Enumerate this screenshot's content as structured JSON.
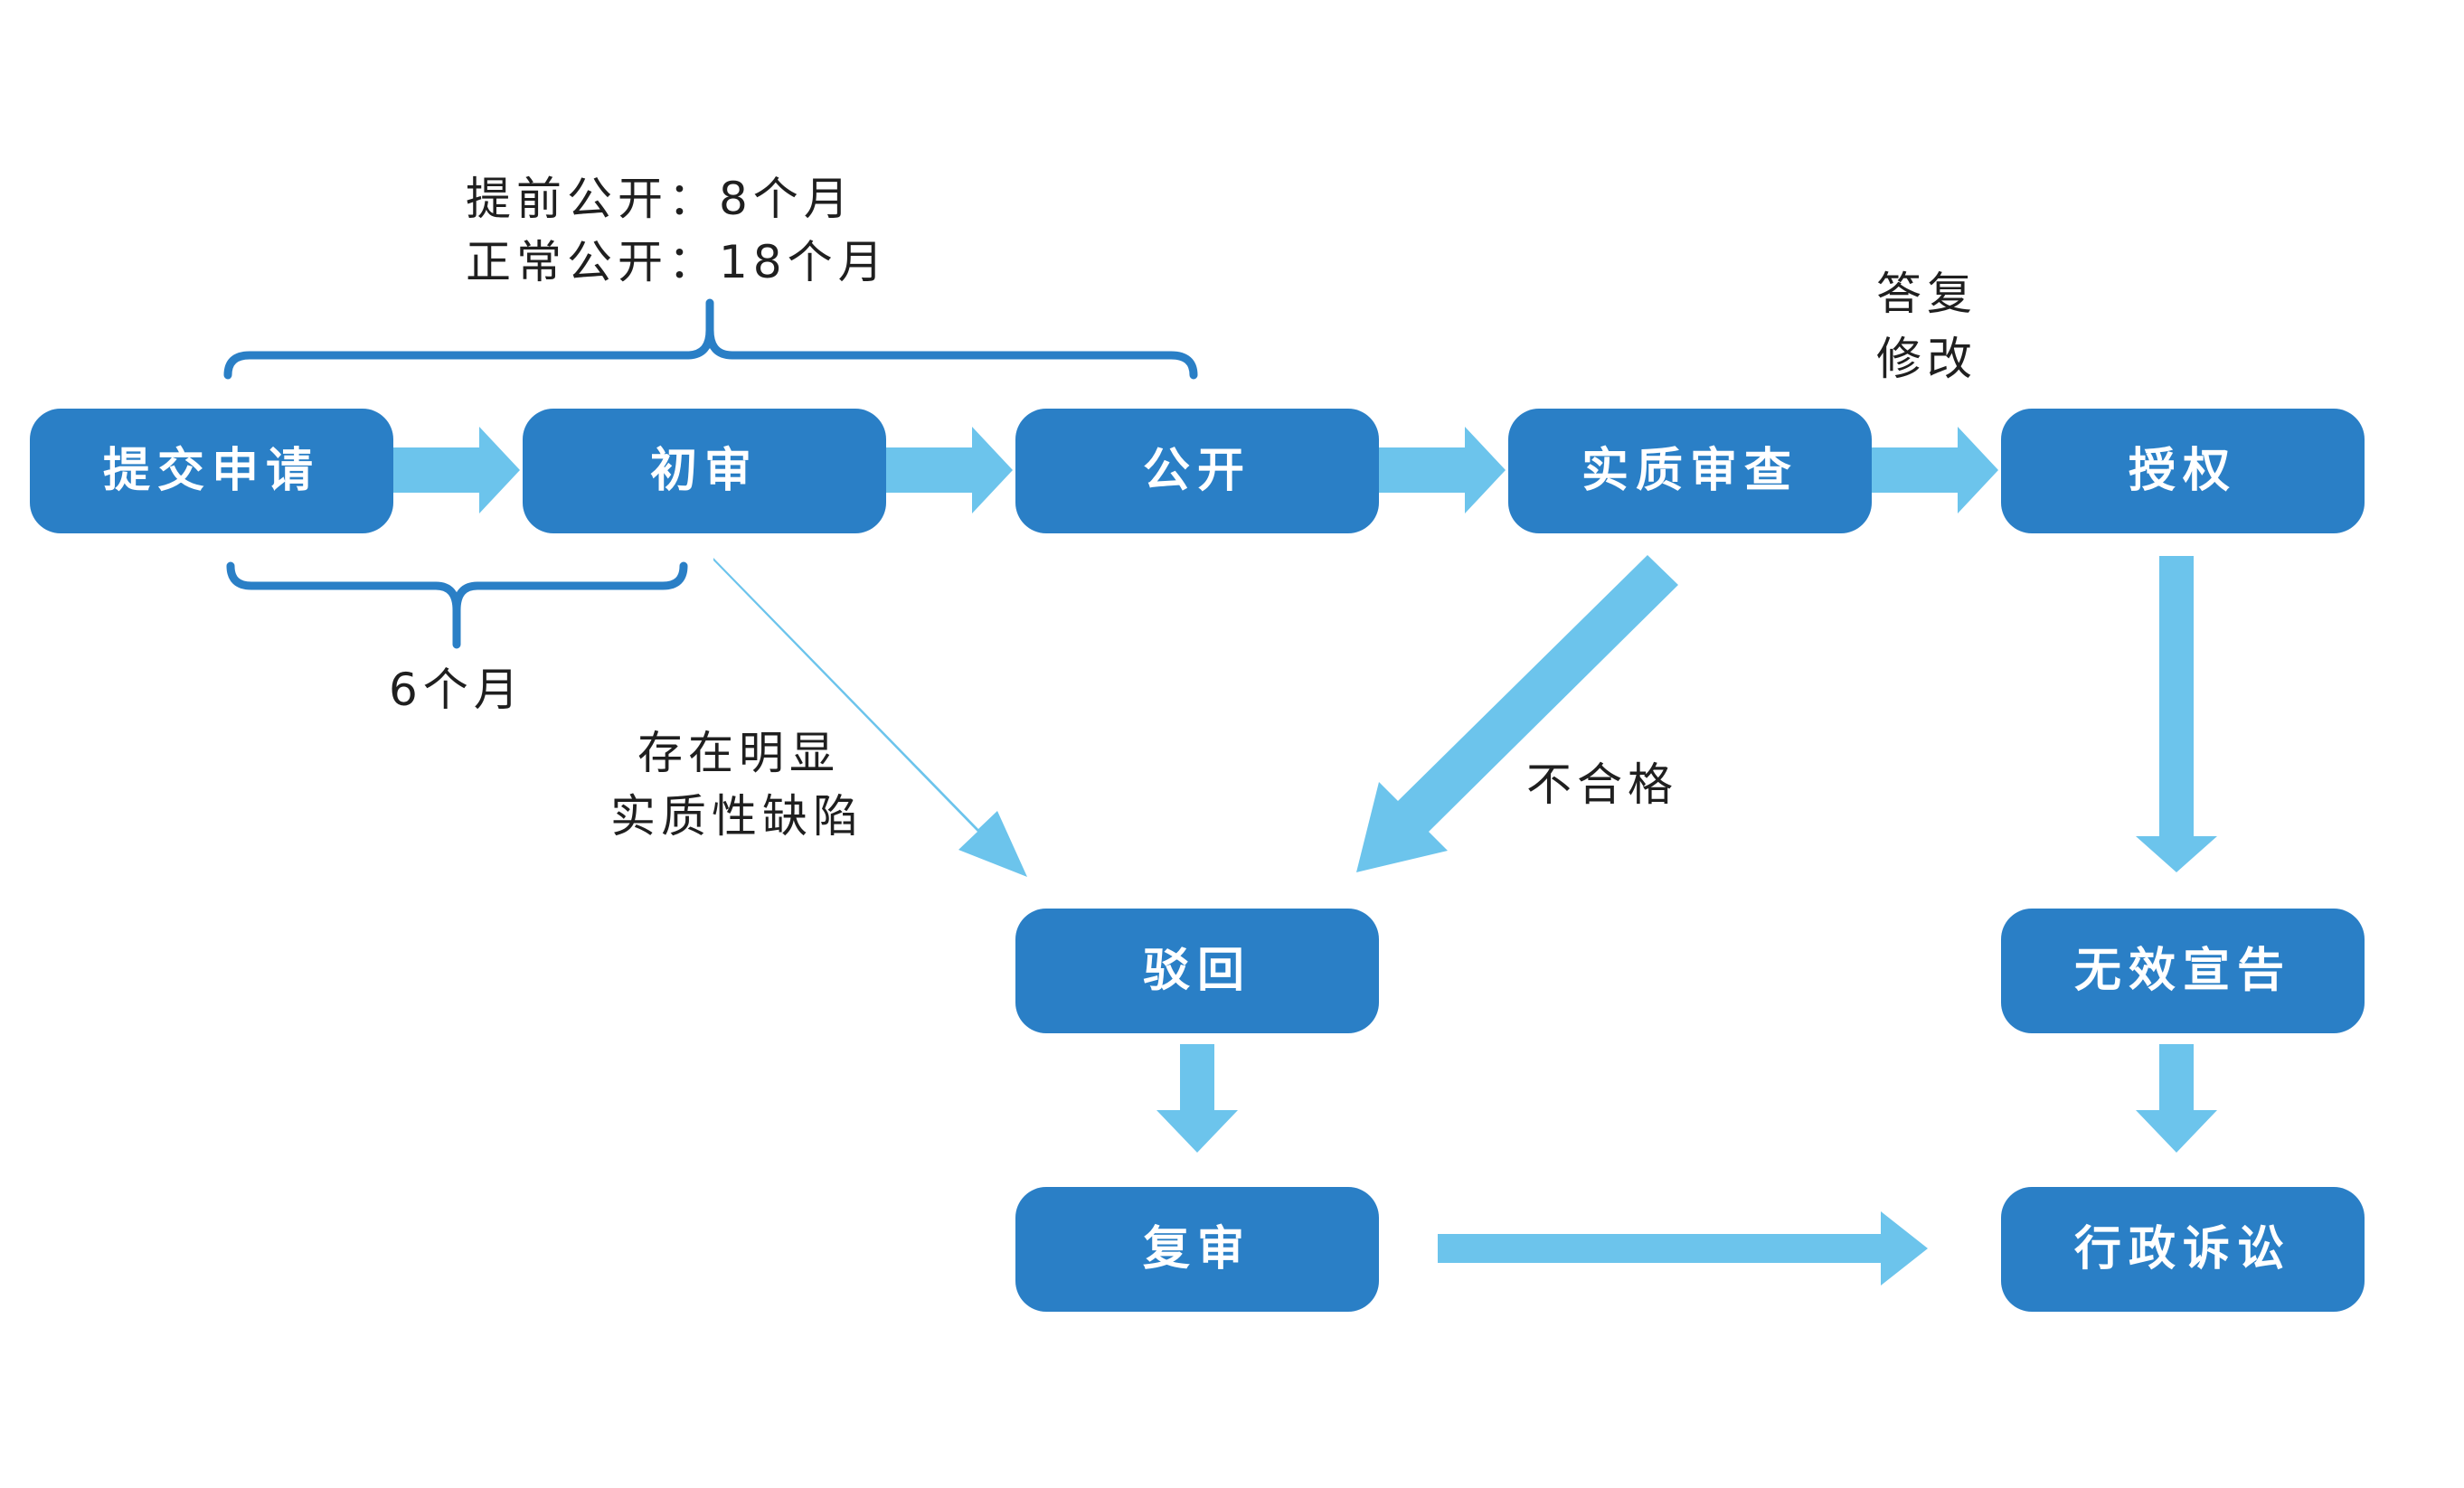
{
  "nodes": {
    "submit": "提交申请",
    "preliminary": "初审",
    "publish": "公开",
    "substantive": "实质审查",
    "grant": "授权",
    "reject": "驳回",
    "invalidation": "无效宣告",
    "reexamination": "复审",
    "litigation": "行政诉讼"
  },
  "labels": {
    "early_publish": "提前公开：8个月",
    "normal_publish": "正常公开：18个月",
    "six_months": "6个月",
    "reply_line1": "答复",
    "reply_line2": "修改",
    "defect_line1": "存在明显",
    "defect_line2": "实质性缺陷",
    "unqualified": "不合格"
  },
  "colors": {
    "node": "#2a7fc6",
    "arrow": "#6cc4ec",
    "brace": "#2a7fc6"
  }
}
